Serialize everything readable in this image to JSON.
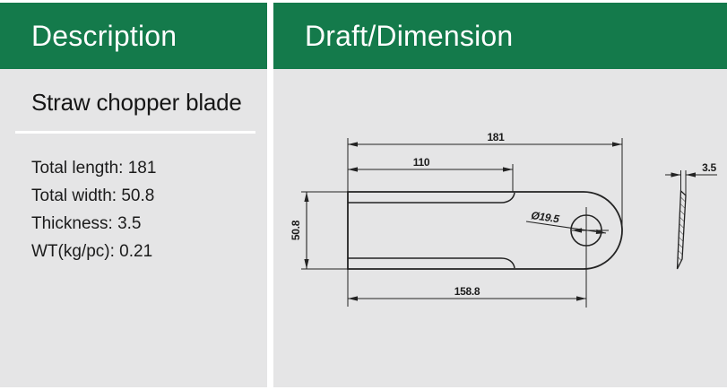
{
  "colors": {
    "header_green": "#147a4b",
    "panel_gray": "#e5e5e6",
    "drawing_line": "#232323",
    "header_text": "#fefefe"
  },
  "description_panel": {
    "header": "Description",
    "product_title": "Straw chopper blade",
    "specs": [
      "Total length: 181",
      "Total width: 50.8",
      "Thickness: 3.5",
      "WT(kg/pc): 0.21"
    ]
  },
  "draft_panel": {
    "header": "Draft/Dimension",
    "dimensions": {
      "total_length": "181",
      "bevel_length": "110",
      "total_width": "50.8",
      "hole_center_distance": "158.8",
      "hole_diameter": "Ø19.5",
      "thickness": "3.5"
    }
  }
}
